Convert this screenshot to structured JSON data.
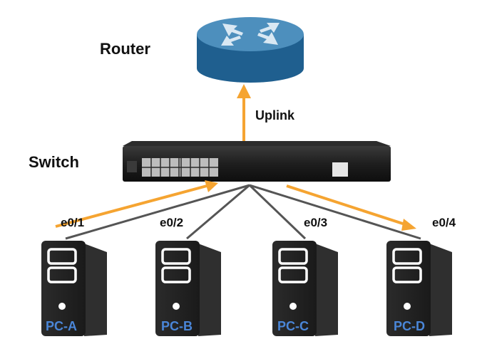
{
  "devices": {
    "router_label": "Router",
    "switch_label": "Switch",
    "uplink_label": "Uplink"
  },
  "ports": [
    "e0/1",
    "e0/2",
    "e0/3",
    "e0/4"
  ],
  "pcs": [
    "PC-A",
    "PC-B",
    "PC-C",
    "PC-D"
  ],
  "colors": {
    "router_top": "#4d8fbd",
    "router_body": "#1f5f8f",
    "switch_body": "#1e1e1e",
    "cable": "#555555",
    "traffic_arrow": "#f5a431",
    "pc_body": "#222222",
    "pc_label": "#4a86d8"
  }
}
